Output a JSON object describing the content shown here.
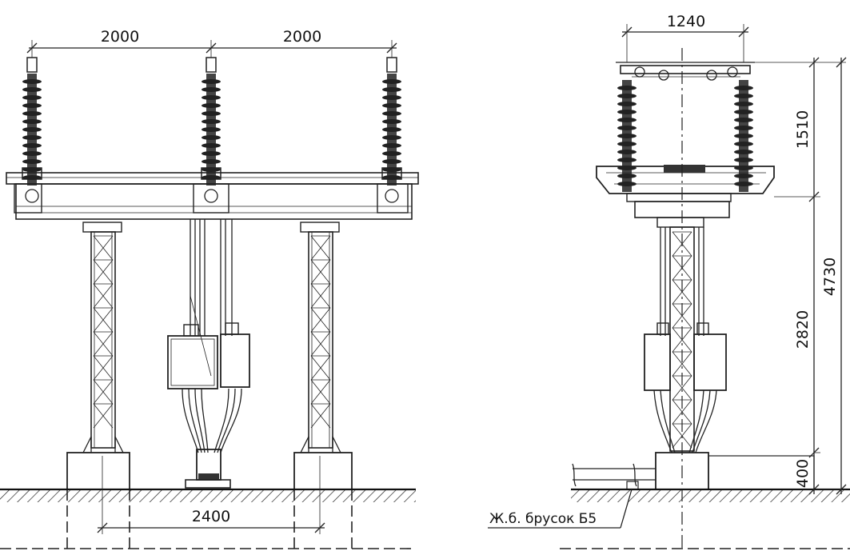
{
  "front_view": {
    "dim_left_span": "2000",
    "dim_right_span": "2000",
    "dim_base_span": "2400"
  },
  "side_view": {
    "dim_top_width": "1240",
    "dim_insulator_height": "1510",
    "dim_support_height": "2820",
    "dim_total_height": "4730",
    "dim_foundation_height": "400",
    "note_label": "Ж.б. брусок Б5"
  }
}
